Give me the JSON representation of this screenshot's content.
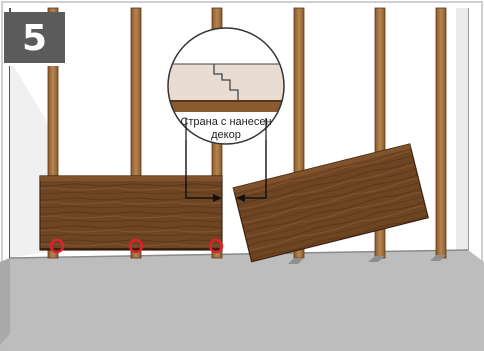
{
  "step": {
    "number": "5"
  },
  "callout": {
    "line1": "Страна с нанесен",
    "line2": "декор"
  },
  "colors": {
    "wood_dark": "#5a3a1e",
    "wood_mid": "#7a4e28",
    "stud": "#a87846",
    "floor": "#b9b9b9",
    "wall": "#ffffff",
    "marker": "#e0202a",
    "badge": "#5b5b5b"
  },
  "markers": {
    "count": 3
  }
}
